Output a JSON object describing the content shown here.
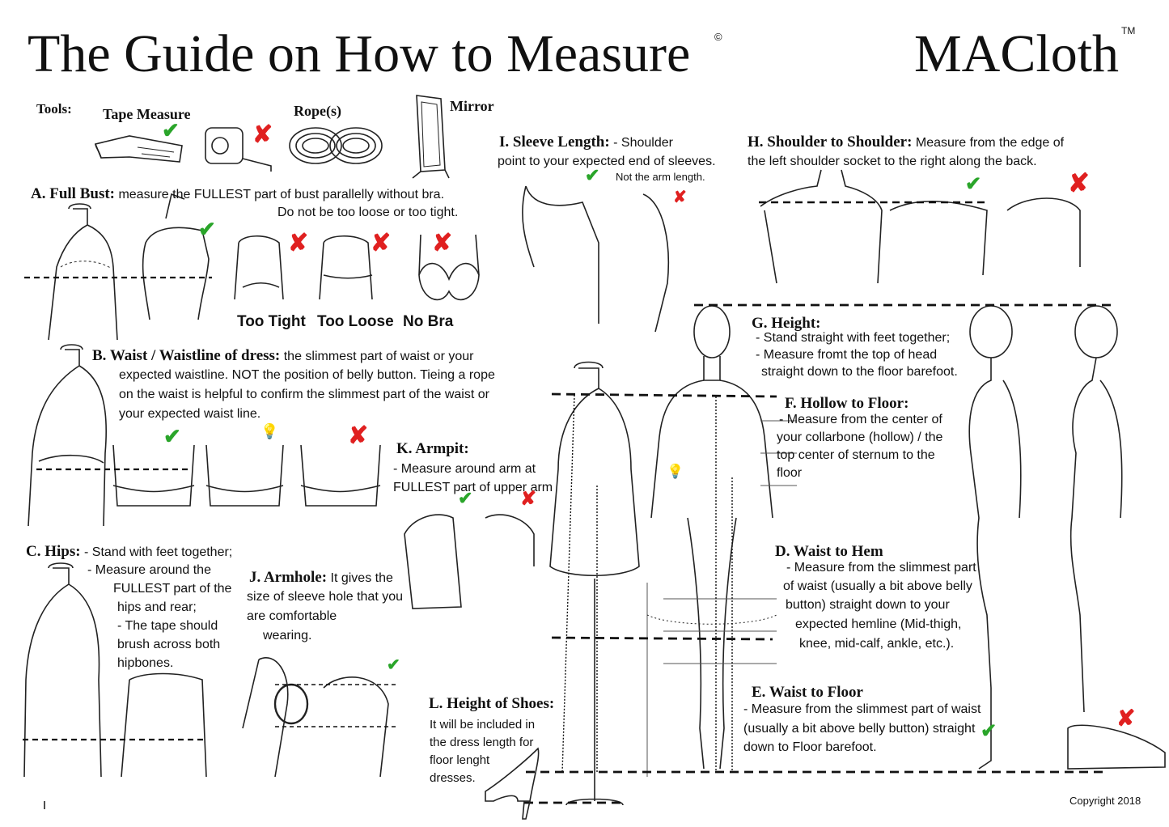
{
  "header": {
    "title": "The Guide on How to Measure",
    "copyright_mark": "©",
    "brand": "MACloth",
    "trademark": "TM"
  },
  "tools": {
    "label": "Tools:",
    "tape": "Tape Measure",
    "rope": "Rope(s)",
    "mirror": "Mirror"
  },
  "sections": {
    "a": {
      "head": "A. Full Bust:",
      "l1": "measure the FULLEST part of bust parallelly without bra.",
      "l2": "Do not be too loose or too tight.",
      "too_tight": "Too Tight",
      "too_loose": "Too Loose",
      "no_bra": "No Bra"
    },
    "b": {
      "head": "B. Waist / Waistline of dress:",
      "l1": "the slimmest part of waist or your",
      "l2": "expected waistline. NOT the position of belly button. Tieing a rope",
      "l3": "on the waist is helpful to confirm the slimmest part of the waist or",
      "l4": "your expected waist line."
    },
    "c": {
      "head": "C. Hips:",
      "l1": "- Stand with feet together;",
      "l2": "- Measure around the",
      "l3": "FULLEST part of the",
      "l4": "hips and rear;",
      "l5": "- The tape should",
      "l6": "brush across both",
      "l7": "hipbones."
    },
    "j": {
      "head": "J. Armhole:",
      "l1": "It gives the",
      "l2": "size of sleeve hole that you",
      "l3": "are comfortable",
      "l4": "wearing."
    },
    "k": {
      "head": "K. Armpit:",
      "l1": "- Measure around arm at",
      "l2": "FULLEST part of upper arm"
    },
    "i": {
      "head": "I. Sleeve Length:",
      "l1": "- Shoulder",
      "l2": "point to your expected end of sleeves.",
      "note": "Not the arm length."
    },
    "h": {
      "head": "H. Shoulder to Shoulder:",
      "l1": "Measure from the edge of",
      "l2": "the left shoulder socket to the right along the back."
    },
    "g": {
      "head": "G. Height:",
      "l1": "- Stand straight with feet together;",
      "l2": "- Measure fromt the top of head",
      "l3": "straight down to the  floor barefoot."
    },
    "f": {
      "head": "F. Hollow to Floor:",
      "l1": "- Measure from the center of",
      "l2": "your collarbone (hollow) / the",
      "l3": "top center of sternum to the",
      "l4": "floor"
    },
    "d": {
      "head": "D. Waist to Hem",
      "l1": "- Measure from the slimmest part",
      "l2": "of waist (usually a  bit  above belly",
      "l3": "button) straight down to your",
      "l4": "expected hemline (Mid-thigh,",
      "l5": "knee, mid-calf, ankle, etc.)."
    },
    "e": {
      "head": "E. Waist to Floor",
      "l1": "- Measure from the slimmest part of waist",
      "l2": "(usually a  bit  above belly button) straight",
      "l3": "down to Floor barefoot."
    },
    "l": {
      "head": "L. Height of Shoes:",
      "l1": "It will be included in",
      "l2": "the dress length for",
      "l3": "floor lenght",
      "l4": "dresses."
    }
  },
  "footer": {
    "copyright": "Copyright 2018"
  },
  "marks": {
    "check": "✔",
    "cross": "✘",
    "bulb": "💡"
  },
  "colors": {
    "check": "#2aa52a",
    "cross": "#e02020",
    "bulb": "#f2c200"
  }
}
